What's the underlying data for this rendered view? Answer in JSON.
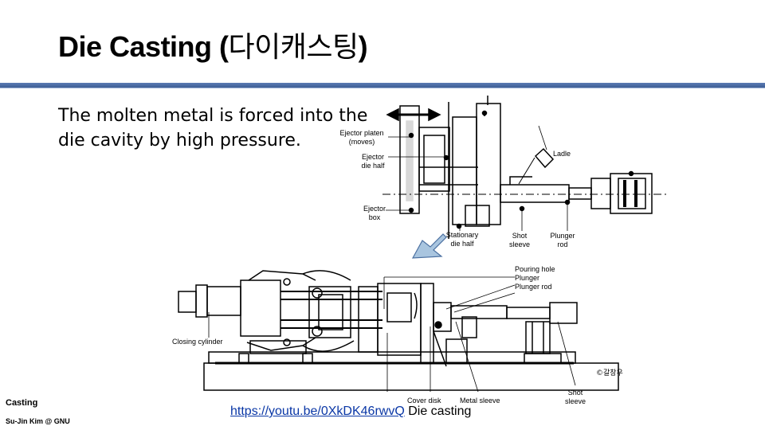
{
  "slide": {
    "title_main": "Die Casting (",
    "title_korean": "다이캐스팅",
    "title_close": ")",
    "body_line1": "The molten metal is forced into the",
    "body_line2": "die cavity by high pressure."
  },
  "top_diagram_labels": {
    "ejector_platen": "Ejector platen",
    "moves": "(moves)",
    "ladle": "Ladle",
    "ejector_die_half_1": "Ejector",
    "ejector_die_half_2": "die half",
    "ejector_box_1": "Ejector",
    "ejector_box_2": "box",
    "stationary_1": "Stationary",
    "stationary_2": "die half",
    "shot_sleeve_1": "Shot",
    "shot_sleeve_2": "sleeve",
    "plunger_rod_1": "Plunger",
    "plunger_rod_2": "rod"
  },
  "machine_labels": {
    "pouring_hole": "Pouring hole",
    "plunger": "Plunger",
    "plunger_rod": "Plunger rod",
    "closing_cylinder": "Closing cylinder",
    "copyright": "©갈창우",
    "cover_disk": "Cover disk",
    "metal_sleeve": "Metal sleeve",
    "shot_sleeve_1": "Shot",
    "shot_sleeve_2": "sleeve"
  },
  "footer": {
    "course": "Casting",
    "author": "Su-Jin Kim @ GNU",
    "link_text": "https://youtu.be/0XkDK46rwvQ",
    "link_suffix": " Die casting"
  }
}
